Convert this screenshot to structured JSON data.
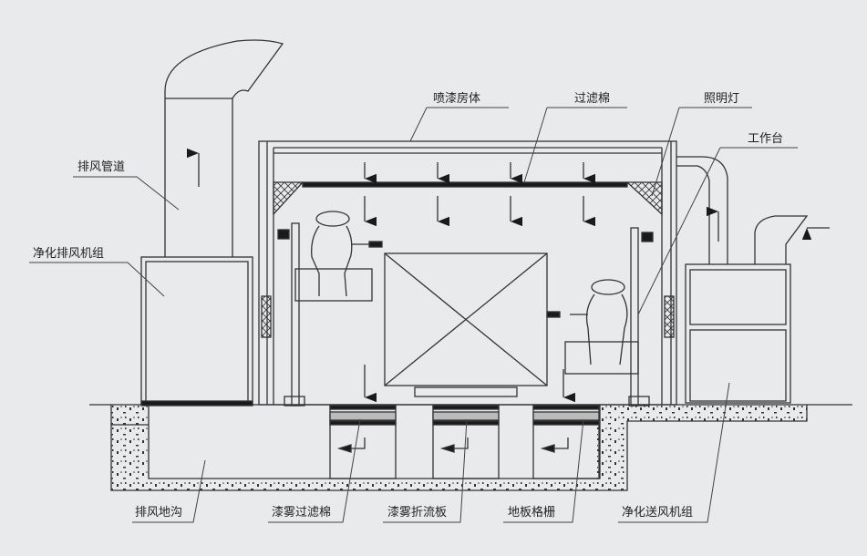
{
  "title": "喷漆房结构示意图",
  "colors": {
    "background": "#e9eaec",
    "line": "#333333",
    "fill_dark": "#1a1a1a"
  },
  "labels": {
    "exhaust_duct": "排风管道",
    "purify_exhaust_unit": "净化排风机组",
    "booth_body": "喷漆房体",
    "filter_cotton": "过滤棉",
    "lighting": "照明灯",
    "workbench": "工作台",
    "exhaust_trench": "排风地沟",
    "paint_mist_filter": "漆雾过滤棉",
    "paint_mist_baffle": "漆雾折流板",
    "floor_grating": "地板格栅",
    "purify_supply_unit": "净化送风机组"
  }
}
